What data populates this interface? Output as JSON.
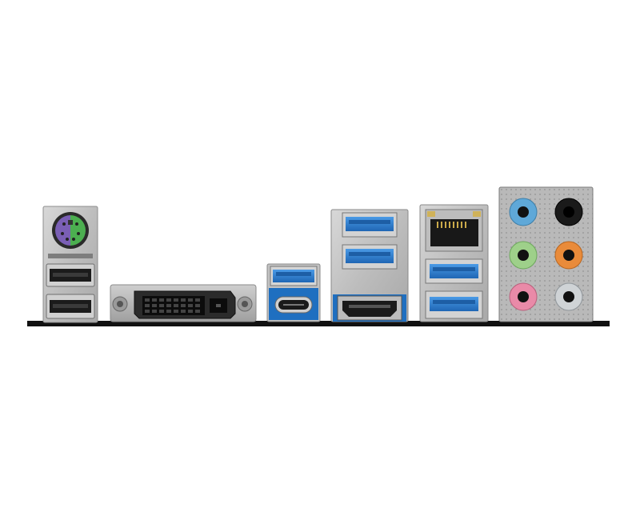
{
  "scene": {
    "subject": "motherboard-rear-io-panel",
    "background_color": "#ffffff",
    "colors": {
      "shield_metal": "#c9c9c9",
      "shield_dark": "#8e8e8e",
      "pcb_edge": "#111111",
      "usb3_blue": "#2f7fd0",
      "ps2_purple": "#7a5fb5",
      "ps2_green": "#4caf50",
      "audio_blue": "#5fa8d8",
      "audio_black": "#1a1a1a",
      "audio_green": "#9ed08a",
      "audio_orange": "#e98b3a",
      "audio_pink": "#e98aa8",
      "audio_grey": "#cfd3d6"
    },
    "ports": [
      "ps2-combo-port",
      "usb2-port-top",
      "usb2-port-bottom",
      "dvi-port",
      "usb3-type-a-port",
      "usb-type-c-port",
      "usb3-port-stack-top",
      "usb3-port-stack-bottom",
      "hdmi-port",
      "rj45-lan-port",
      "usb3-port-lan-top",
      "usb3-port-lan-bottom",
      "audio-jack-line-in",
      "audio-jack-rear-speaker",
      "audio-jack-line-out",
      "audio-jack-center-sub",
      "audio-jack-mic-in",
      "audio-jack-side-speaker"
    ]
  }
}
